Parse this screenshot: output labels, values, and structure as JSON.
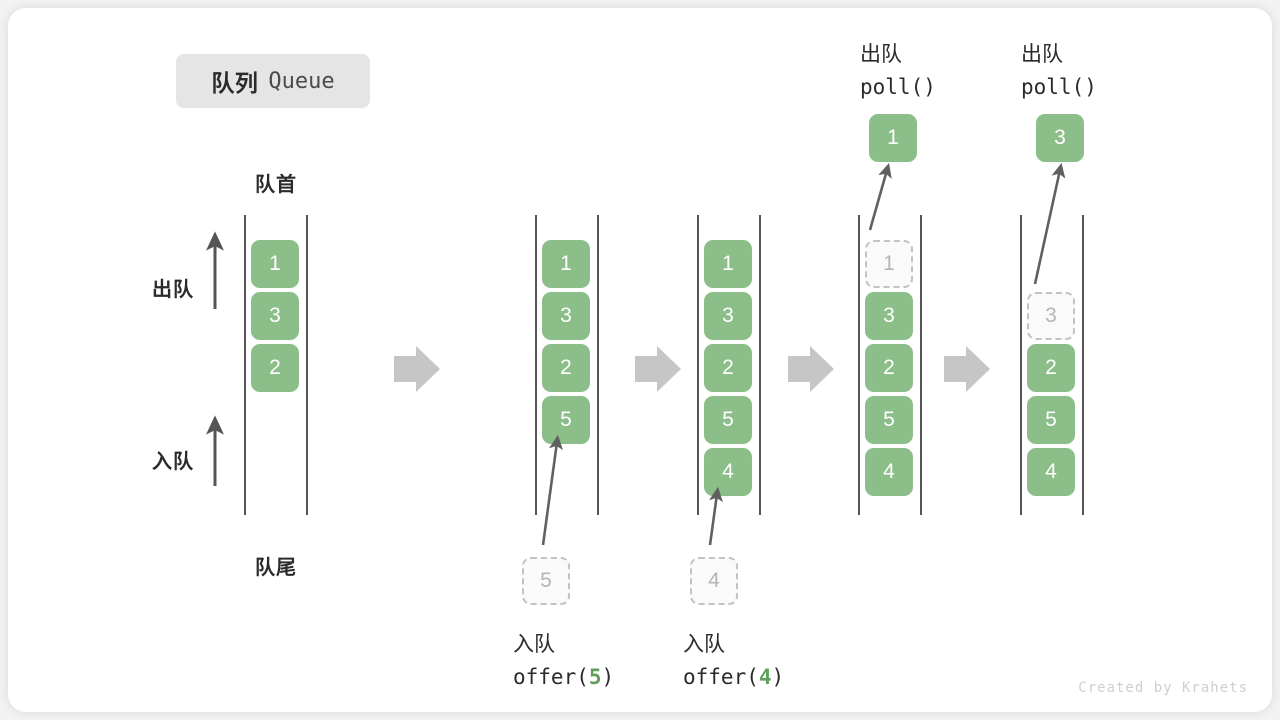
{
  "title": {
    "cn": "队列",
    "en": "Queue"
  },
  "labels": {
    "head": "队首",
    "tail": "队尾",
    "dequeue": "出队",
    "enqueue": "入队"
  },
  "watermark": "Created by Krahets",
  "colors": {
    "cell_fill": "#8cbe89",
    "cell_text": "#ffffff",
    "ghost_border": "#c2c2c2",
    "ghost_text": "#b5b5b5",
    "rail": "#555555",
    "step_arrow": "#c6c6c6",
    "accent_green": "#5f9e5b",
    "badge_bg": "#e5e5e5",
    "text": "#2b2b2b"
  },
  "chart_data": {
    "type": "diagram",
    "title": "队列 Queue",
    "description": "Queue operations: offer(5), offer(4), poll(), poll()",
    "steps": [
      {
        "id": "s0",
        "cells": [
          "1",
          "3",
          "2"
        ],
        "ghost_index": -1,
        "op": null
      },
      {
        "id": "s1",
        "cells": [
          "1",
          "3",
          "2",
          "5"
        ],
        "ghost_index": -1,
        "op": "offer(5)"
      },
      {
        "id": "s2",
        "cells": [
          "1",
          "3",
          "2",
          "5",
          "4"
        ],
        "ghost_index": -1,
        "op": "offer(4)"
      },
      {
        "id": "s3",
        "cells": [
          "1",
          "3",
          "2",
          "5",
          "4"
        ],
        "ghost_index": 0,
        "op": "poll()"
      },
      {
        "id": "s4",
        "cells": [
          "3",
          "2",
          "5",
          "4"
        ],
        "ghost_index": 0,
        "op": "poll()"
      }
    ]
  },
  "columns": [
    {
      "name": "initial-queue",
      "cells": [
        {
          "value": "1",
          "state": "filled"
        },
        {
          "value": "3",
          "state": "filled"
        },
        {
          "value": "2",
          "state": "filled"
        }
      ]
    },
    {
      "name": "after-offer-5",
      "cells": [
        {
          "value": "1",
          "state": "filled"
        },
        {
          "value": "3",
          "state": "filled"
        },
        {
          "value": "2",
          "state": "filled"
        },
        {
          "value": "5",
          "state": "filled"
        }
      ],
      "incoming": {
        "value": "5",
        "state": "ghost"
      }
    },
    {
      "name": "after-offer-4",
      "cells": [
        {
          "value": "1",
          "state": "filled"
        },
        {
          "value": "3",
          "state": "filled"
        },
        {
          "value": "2",
          "state": "filled"
        },
        {
          "value": "5",
          "state": "filled"
        },
        {
          "value": "4",
          "state": "filled"
        }
      ],
      "incoming": {
        "value": "4",
        "state": "ghost"
      }
    },
    {
      "name": "poll-first",
      "cells": [
        {
          "value": "1",
          "state": "ghost"
        },
        {
          "value": "3",
          "state": "filled"
        },
        {
          "value": "2",
          "state": "filled"
        },
        {
          "value": "5",
          "state": "filled"
        },
        {
          "value": "4",
          "state": "filled"
        }
      ],
      "outgoing": {
        "value": "1",
        "state": "filled"
      }
    },
    {
      "name": "poll-second",
      "cells": [
        {
          "value": "3",
          "state": "ghost"
        },
        {
          "value": "2",
          "state": "filled"
        },
        {
          "value": "5",
          "state": "filled"
        },
        {
          "value": "4",
          "state": "filled"
        }
      ],
      "outgoing": {
        "value": "3",
        "state": "filled"
      }
    }
  ],
  "operations": {
    "offer5": {
      "cn": "入队",
      "call_prefix": "offer(",
      "arg": "5",
      "call_suffix": ")"
    },
    "offer4": {
      "cn": "入队",
      "call_prefix": "offer(",
      "arg": "4",
      "call_suffix": ")"
    },
    "poll1": {
      "cn": "出队",
      "call": "poll()"
    },
    "poll2": {
      "cn": "出队",
      "call": "poll()"
    }
  },
  "cells": {
    "c0_0": "1",
    "c0_1": "3",
    "c0_2": "2",
    "c1_0": "1",
    "c1_1": "3",
    "c1_2": "2",
    "c1_3": "5",
    "c2_0": "1",
    "c2_1": "3",
    "c2_2": "2",
    "c2_3": "5",
    "c2_4": "4",
    "c3_0": "1",
    "c3_1": "3",
    "c3_2": "2",
    "c3_3": "5",
    "c3_4": "4",
    "c4_0": "3",
    "c4_1": "2",
    "c4_2": "5",
    "c4_3": "4",
    "ghost_in_5": "5",
    "ghost_in_4": "4",
    "out_1": "1",
    "out_3": "3"
  }
}
